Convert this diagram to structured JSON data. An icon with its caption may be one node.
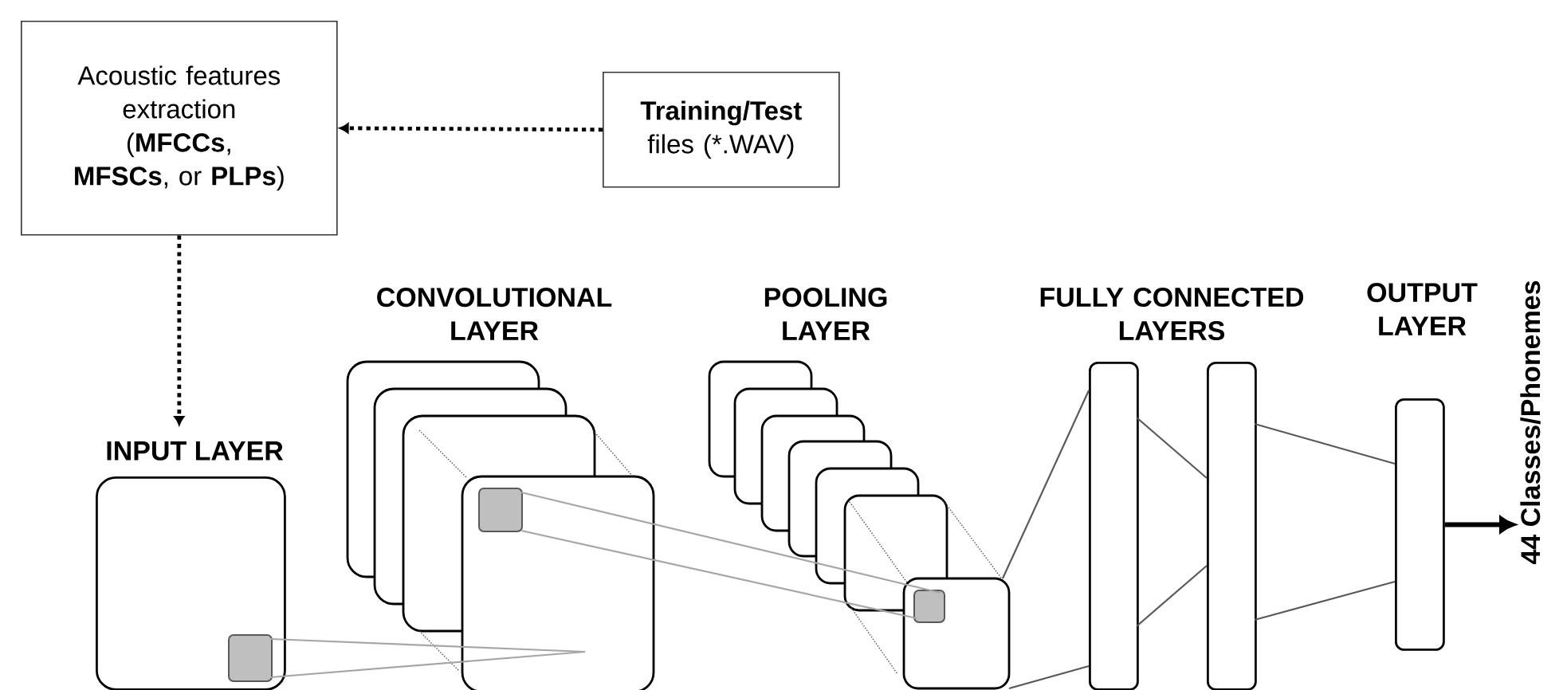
{
  "diagram": {
    "nodes": [
      {
        "text": [
          "Acoustic features extraction (**MFCCs**, **MFSCs**, or **PLPs**)"
        ]
      },
      {
        "text": [
          "**Training/Test** files (*.WAV)"
        ]
      },
      {
        "text": [
          "INPUT LAYER"
        ]
      },
      {
        "text": [],
        "shape": "box",
        "in": 2
      },
      {
        "text": [
          "CONVOLUTIONAL LAYER"
        ]
      },
      {
        "text": [],
        "shape": "box",
        "in": 4
      },
      {
        "text": [
          "POOLING LAYER"
        ]
      },
      {
        "text": [],
        "shape": "box",
        "in": 6
      },
      {
        "text": [],
        "shape": "bar"
      },
      {
        "text": [],
        "shape": "bar"
      },
      {
        "text": [
          "OUTPUT LAYER"
        ]
      },
      {
        "text": [
          "44 Classes/Phonemes"
        ]
      }
    ],
    "edges": [
      {
        "from": 1,
        "to": 0,
        "arrow": "to",
        "style": "dashed"
      },
      {
        "from": 0,
        "to": 2,
        "arrow": "to",
        "style": "dashed"
      },
      {
        "from": 3,
        "to": 4,
        "arrow": "none",
        "color": "#a6a6a6"
      },
      {
        "from": 3,
        "to": 4,
        "arrow": "none",
        "color": "#a6a6a6"
      },
      {
        "from": 5,
        "to": 7,
        "arrow": "none",
        "color": "#a6a6a6"
      },
      {
        "from": 5,
        "to": 7,
        "arrow": "none",
        "color": "#a6a6a6"
      },
      {
        "from": 6,
        "to": 8,
        "arrow": "none",
        "color": "#595959"
      },
      {
        "from": 6,
        "to": 8,
        "arrow": "none",
        "color": "#595959"
      },
      {
        "from": 8,
        "to": 9,
        "arrow": "none",
        "color": "#595959"
      },
      {
        "from": 8,
        "to": 9,
        "arrow": "none",
        "color": "#595959"
      },
      {
        "from": 9,
        "to": 10,
        "arrow": "none",
        "color": "#595959"
      },
      {
        "from": 9,
        "to": 10,
        "arrow": "none",
        "color": "#595959"
      },
      {
        "from": 10,
        "to": 11,
        "arrow": "to",
        "style": "thick"
      }
    ],
    "labels": [
      "FULLY CONNECTED LAYERS"
    ]
  }
}
